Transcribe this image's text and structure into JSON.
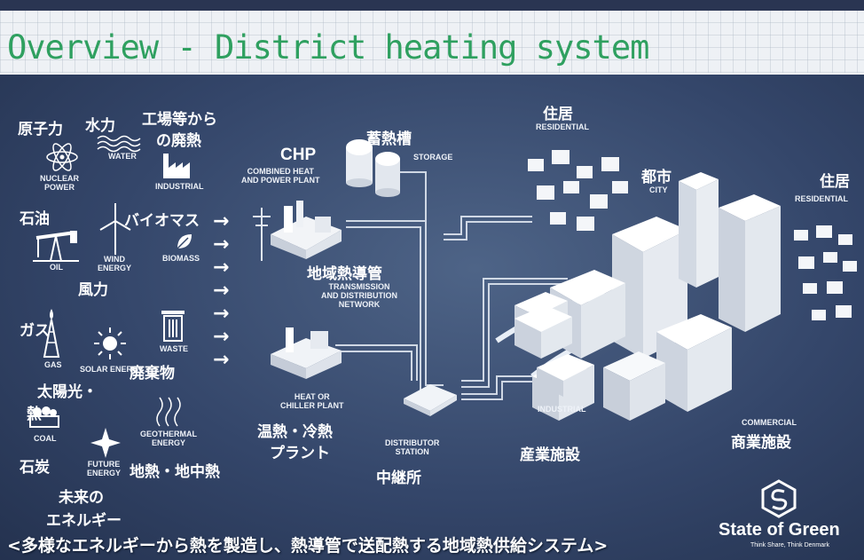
{
  "title": "Overview - District heating system",
  "sources": {
    "nuclear_jp": "原子力",
    "nuclear_en": "NUCLEAR\nPOWER",
    "water_jp": "水力",
    "water_en": "WATER",
    "industrial_jp_1": "工場等から",
    "industrial_jp_2": "の廃熱",
    "industrial_en": "INDUSTRIAL",
    "oil_jp": "石油",
    "oil_en": "OIL",
    "wind_jp": "風力",
    "wind_en": "WIND\nENERGY",
    "biomass_jp": "バイオマス",
    "biomass_en": "BIOMASS",
    "gas_jp": "ガス",
    "gas_en": "GAS",
    "solar_jp_1": "太陽光・",
    "solar_jp_2": "熱",
    "solar_en": "SOLAR ENERGY",
    "waste_jp": "廃棄物",
    "waste_en": "WASTE",
    "coal_jp": "石炭",
    "coal_en": "COAL",
    "future_jp_1": "未来の",
    "future_jp_2": "エネルギー",
    "future_en": "FUTURE\nENERGY",
    "geo_jp": "地熱・地中熱",
    "geo_en": "GEOTHERMAL\nENERGY"
  },
  "plants": {
    "chp_title": "CHP",
    "chp_en": "COMBINED HEAT\nAND POWER PLANT",
    "storage_jp": "蓄熱槽",
    "storage_en": "STORAGE",
    "network_jp": "地域熱導管",
    "network_en": "TRANSMISSION\nAND DISTRIBUTION\nNETWORK",
    "heat_en": "HEAT OR\nCHILLER PLANT",
    "heat_jp_1": "温熱・冷熱",
    "heat_jp_2": "プラント",
    "distributor_en": "DISTRIBUTOR\nSTATION",
    "distributor_jp": "中継所"
  },
  "consumers": {
    "residential1_jp": "住居",
    "residential1_en": "RESIDENTIAL",
    "city_jp": "都市",
    "city_en": "CITY",
    "residential2_jp": "住居",
    "residential2_en": "RESIDENTIAL",
    "industrial_en": "INDUSTRIAL",
    "industrial_jp": "産業施設",
    "commercial_en": "COMMERCIAL",
    "commercial_jp": "商業施設"
  },
  "logo": {
    "name": "State of Green",
    "tagline": "Think Share, Think Denmark"
  },
  "caption": "<多様なエネルギーから熱を製造し、熱導管で送配熱する地域熱供給システム>"
}
